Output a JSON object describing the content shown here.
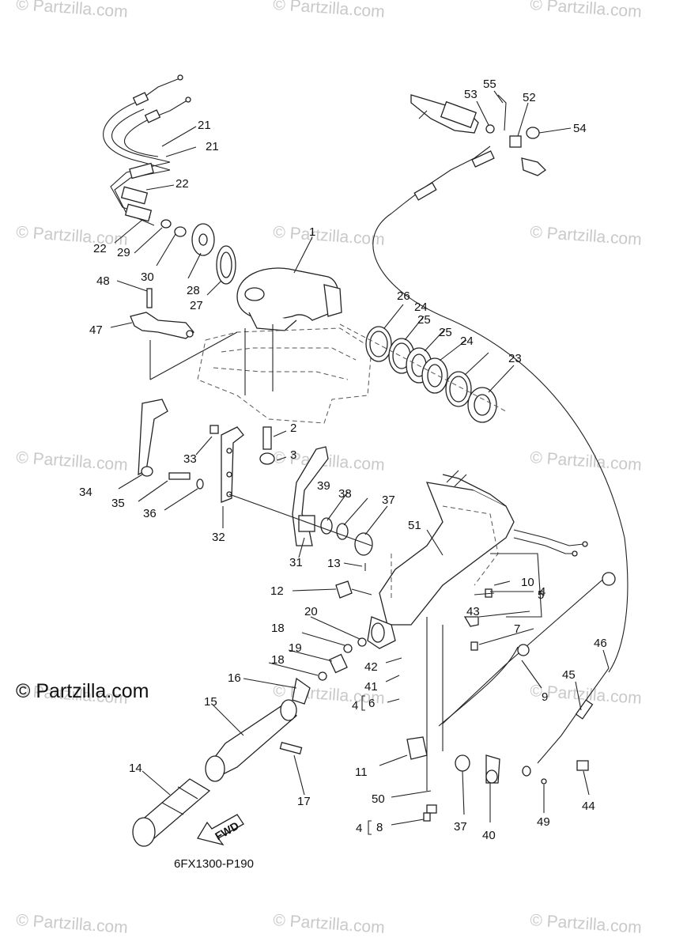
{
  "watermark": "© Partzilla.com",
  "brand": "© Partzilla.com",
  "diagram_code": "6FX1300-P190",
  "fwd_label": "FWD",
  "callouts": [
    "1",
    "2",
    "3",
    "4",
    "5",
    "6",
    "7",
    "8",
    "9",
    "10",
    "11",
    "12",
    "13",
    "14",
    "15",
    "16",
    "17",
    "18",
    "18",
    "19",
    "20",
    "21",
    "21",
    "22",
    "22",
    "23",
    "24",
    "24",
    "25",
    "25",
    "26",
    "27",
    "28",
    "29",
    "30",
    "31",
    "32",
    "33",
    "34",
    "35",
    "36",
    "37",
    "37",
    "38",
    "39",
    "40",
    "41",
    "42",
    "43",
    "44",
    "45",
    "46",
    "47",
    "48",
    "49",
    "50",
    "51",
    "52",
    "53",
    "54",
    "55",
    "4",
    "4"
  ]
}
